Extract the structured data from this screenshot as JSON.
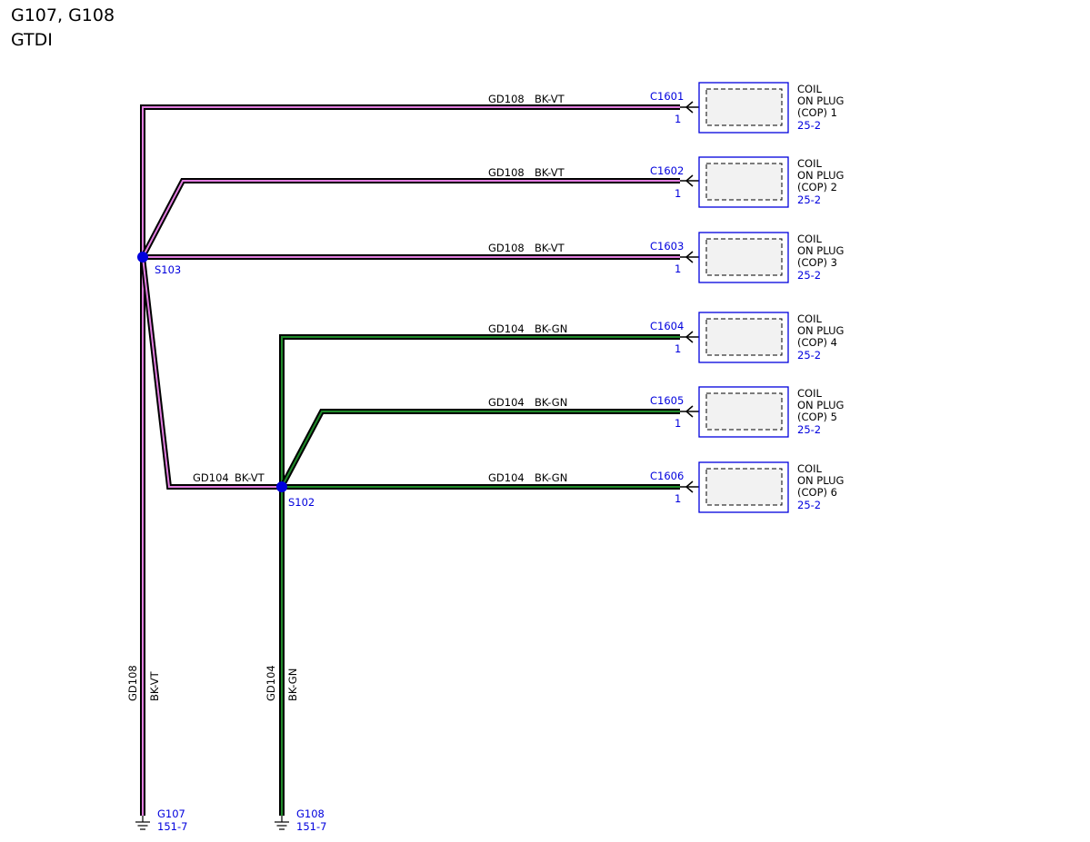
{
  "title": {
    "line1": "G107, G108",
    "line2": "GTDI"
  },
  "colors": {
    "wire_bk_vt": "#e27ee0",
    "wire_bk_gn": "#1f8a2a",
    "wire_core": "#000000",
    "connector": "#0000dd",
    "component_fill": "#f2f2f2"
  },
  "splices": [
    {
      "id": "s103",
      "label": "S103"
    },
    {
      "id": "s102",
      "label": "S102"
    }
  ],
  "wires": [
    {
      "circuit": "GD108",
      "color": "BK-VT"
    },
    {
      "circuit": "GD108",
      "color": "BK-VT"
    },
    {
      "circuit": "GD108",
      "color": "BK-VT"
    },
    {
      "circuit": "GD104",
      "color": "BK-GN"
    },
    {
      "circuit": "GD104",
      "color": "BK-GN"
    },
    {
      "circuit": "GD104",
      "color": "BK-GN"
    }
  ],
  "link_wire": {
    "circuit": "GD104",
    "color": "BK-VT"
  },
  "vertical_wires": [
    {
      "circuit": "GD108",
      "color": "BK-VT"
    },
    {
      "circuit": "GD104",
      "color": "BK-GN"
    }
  ],
  "connectors": [
    {
      "id": "C1601",
      "pin": "1"
    },
    {
      "id": "C1602",
      "pin": "1"
    },
    {
      "id": "C1603",
      "pin": "1"
    },
    {
      "id": "C1604",
      "pin": "1"
    },
    {
      "id": "C1605",
      "pin": "1"
    },
    {
      "id": "C1606",
      "pin": "1"
    }
  ],
  "components": [
    {
      "line1": "COIL",
      "line2": "ON PLUG",
      "line3": "(COP) 1",
      "ref": "25-2"
    },
    {
      "line1": "COIL",
      "line2": "ON PLUG",
      "line3": "(COP) 2",
      "ref": "25-2"
    },
    {
      "line1": "COIL",
      "line2": "ON PLUG",
      "line3": "(COP) 3",
      "ref": "25-2"
    },
    {
      "line1": "COIL",
      "line2": "ON PLUG",
      "line3": "(COP) 4",
      "ref": "25-2"
    },
    {
      "line1": "COIL",
      "line2": "ON PLUG",
      "line3": "(COP) 5",
      "ref": "25-2"
    },
    {
      "line1": "COIL",
      "line2": "ON PLUG",
      "line3": "(COP) 6",
      "ref": "25-2"
    }
  ],
  "grounds": [
    {
      "id": "G107",
      "ref": "151-7"
    },
    {
      "id": "G108",
      "ref": "151-7"
    }
  ]
}
